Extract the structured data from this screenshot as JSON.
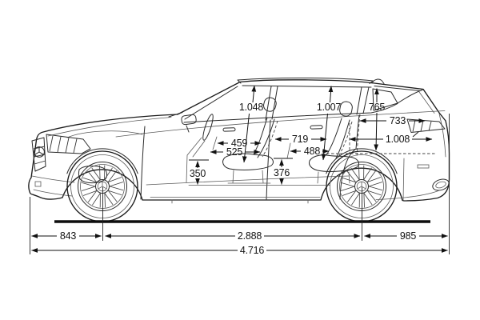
{
  "dimensions": {
    "interior": {
      "front_headroom": "1.048",
      "rear_headroom": "1.007",
      "front_legroom": "459",
      "front_seat_depth": "525",
      "rear_legroom": "719",
      "rear_seat_depth": "488",
      "front_seat_height": "350",
      "rear_seat_height": "376"
    },
    "cargo": {
      "load_height": "765",
      "load_length_upper": "733",
      "load_length_floor": "1.008"
    },
    "exterior": {
      "front_overhang": "843",
      "wheelbase": "2.888",
      "rear_overhang": "985",
      "overall_length": "4.716"
    }
  }
}
